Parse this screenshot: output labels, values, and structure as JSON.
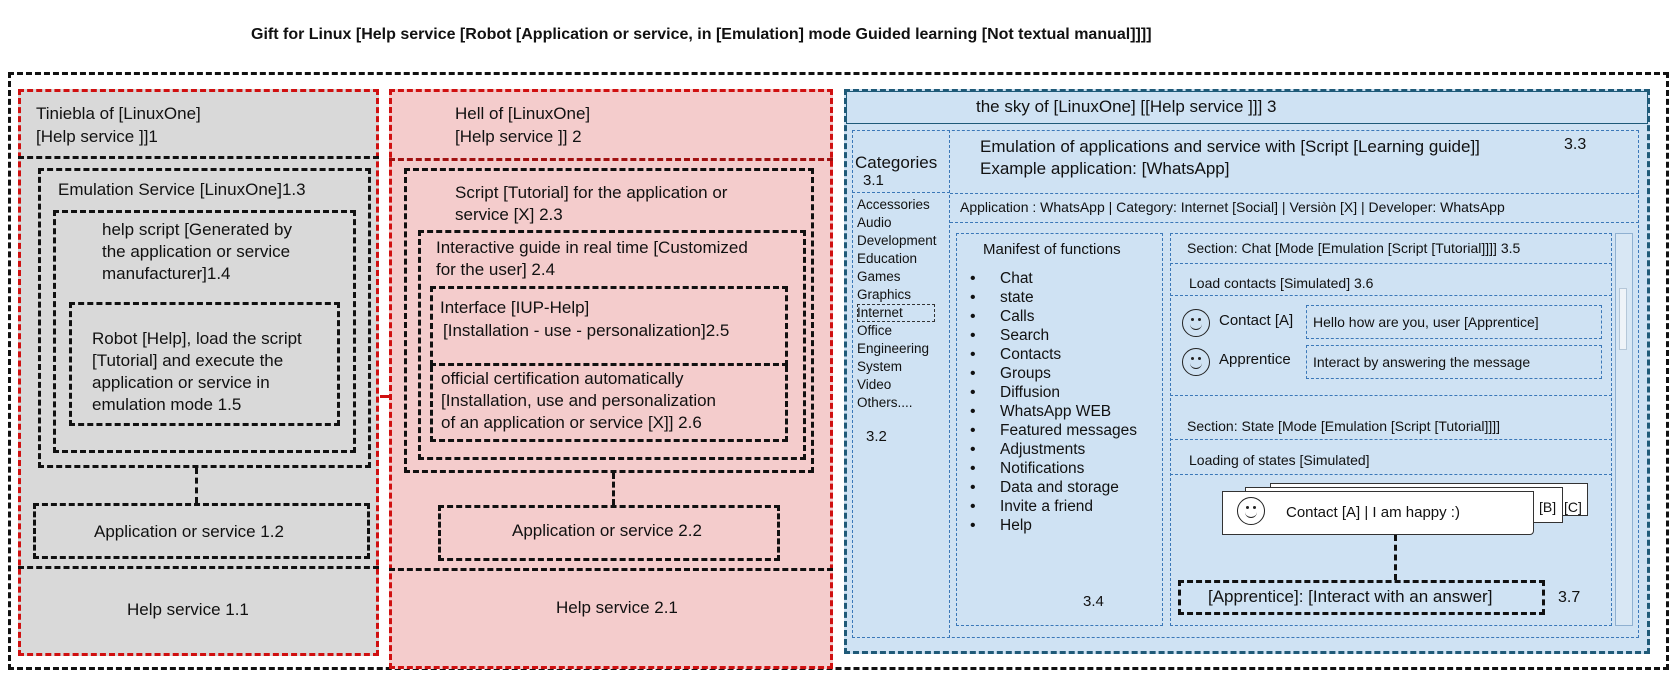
{
  "title": "Gift for Linux [Help service [Robot [Application or service, in [Emulation] mode Guided learning [Not textual manual]]]]",
  "colors": {
    "grey_panel": "#d9d9d9",
    "red_panel": "#f4cccc",
    "blue_panel": "#cfe2f3",
    "red": "#d01010",
    "teal": "#1f5a78",
    "blue": "#3b78b8"
  },
  "panel1": {
    "header_line1": "Tiniebla of [LinuxOne]",
    "header_line2": "[Help service ]]1",
    "emulation_service": "Emulation Service [LinuxOne]1.3",
    "help_script": [
      "help script [Generated by",
      "the application or service",
      "manufacturer]1.4"
    ],
    "robot": [
      "Robot [Help], load the script",
      "[Tutorial] and execute the",
      "application or service in",
      "emulation mode 1.5"
    ],
    "app_or_service": "Application or service 1.2",
    "help_service": "Help service 1.1"
  },
  "panel2": {
    "header_line1": "Hell of [LinuxOne]",
    "header_line2": "[Help service ]] 2",
    "script_tutorial": [
      "Script [Tutorial] for the application or",
      "service [X] 2.3"
    ],
    "interactive_guide": [
      "Interactive guide in real time [Customized",
      "for the user] 2.4"
    ],
    "interface": [
      "Interface [IUP-Help]",
      "[Installation - use - personalization]2.5"
    ],
    "certification": [
      "official certification automatically",
      "[Installation, use and personalization",
      "of an application or service [X]] 2.6"
    ],
    "app_or_service": "Application or service 2.2",
    "help_service": "Help service 2.1"
  },
  "panel3": {
    "header": "the sky of [LinuxOne] [[Help service ]]] 3",
    "categories_title": "Categories",
    "categories_num": "3.1",
    "categories": [
      "Accessories",
      "Audio",
      "Development",
      "Education",
      "Games",
      "Graphics",
      "Internet",
      "Office",
      "Engineering",
      "System",
      "Video",
      "Others...."
    ],
    "categories_footer": "3.2",
    "emulation_title_line1": "Emulation of applications and service with [Script [Learning guide]]",
    "emulation_title_line2": "Example application: [WhatsApp]",
    "emulation_num": "3.3",
    "app_info": "Application :  WhatsApp   |   Category: Internet [Social] |   Versiòn [X] | Developer: WhatsApp",
    "manifest_title": "Manifest of functions",
    "functions": [
      "Chat",
      "state",
      "Calls",
      "Search",
      "Contacts",
      "Groups",
      "Diffusion",
      "WhatsApp WEB",
      "Featured messages",
      "Adjustments",
      "Notifications",
      "Data and storage",
      "Invite a friend",
      "Help"
    ],
    "manifest_num": "3.4",
    "section_chat": "Section: Chat  [Mode [Emulation [Script [Tutorial]]]] 3.5",
    "load_contacts": "Load contacts [Simulated] 3.6",
    "contact_a_label": "Contact [A]",
    "contact_a_msg": "Hello how are you, user [Apprentice]",
    "apprentice_label": "Apprentice",
    "apprentice_msg": "Interact by answering the message",
    "section_state": "Section: State  [Mode [Emulation [Script [Tutorial]]]]",
    "loading_states": "Loading of states [Simulated]",
    "state_card": "Contact [A] | I am happy :)",
    "state_b": "[B]",
    "state_c": "[C]",
    "apprentice_answer": "[Apprentice]: [Interact with an answer]",
    "answer_num": "3.7"
  }
}
